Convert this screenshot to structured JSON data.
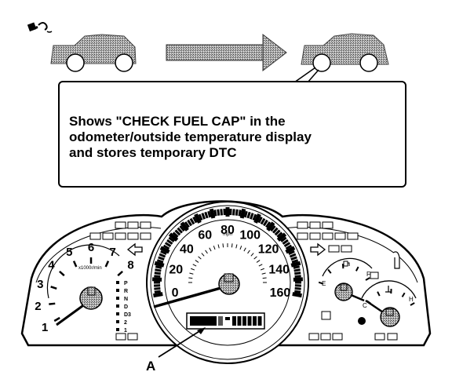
{
  "callout": {
    "lines": [
      "Shows \"CHECK FUEL CAP\" in the",
      "odometer/outside temperature display",
      "and stores temporary DTC"
    ]
  },
  "cluster": {
    "speedometer": {
      "mph_labels": [
        "20",
        "40",
        "60",
        "80",
        "100",
        "120",
        "140",
        "160"
      ],
      "mph_unit": "mph",
      "zero_label": "0"
    },
    "tachometer": {
      "labels": [
        "1",
        "2",
        "3",
        "4",
        "5",
        "6",
        "7",
        "8"
      ],
      "unit": "x1000r/min"
    },
    "gear_indicator": [
      "P",
      "R",
      "N",
      "D",
      "D3",
      "2",
      "1"
    ],
    "fuel_gauge": {
      "empty": "E",
      "full": "F"
    },
    "temp_gauge": {
      "cold": "C",
      "hot": "H"
    }
  },
  "pointer_label": "A",
  "colors": {
    "ink": "#000000",
    "paper": "#ffffff",
    "shade": "#9a9a9a"
  }
}
